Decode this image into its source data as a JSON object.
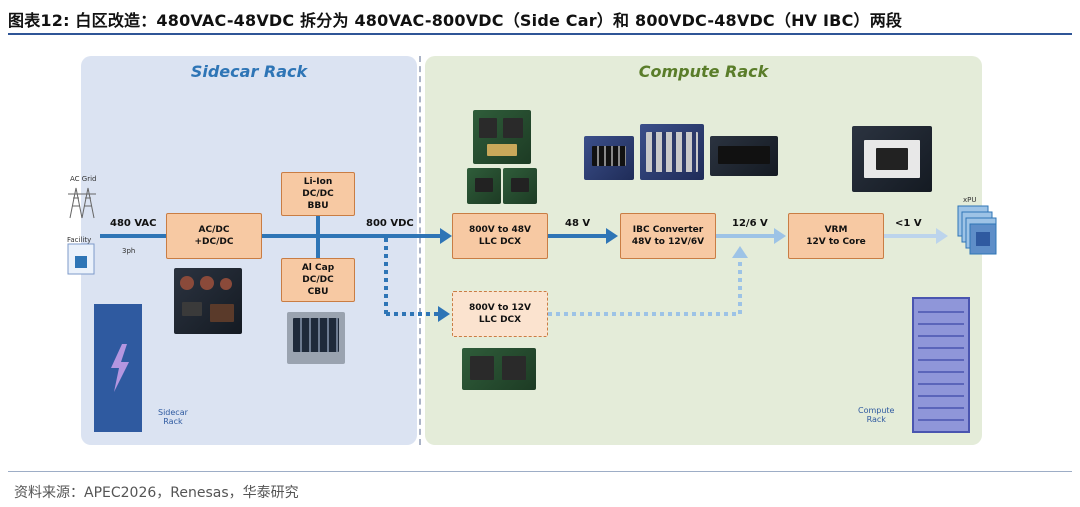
{
  "header": {
    "title": "图表12:   白区改造：480VAC-48VDC 拆分为 480VAC-800VDC（Side Car）和 800VDC-48VDC（HV IBC）两段"
  },
  "racks": {
    "sidecar": {
      "title": "Sidecar Rack",
      "icon_label": "Sidecar\nRack"
    },
    "compute": {
      "title": "Compute Rack",
      "icon_label": "Compute\nRack"
    }
  },
  "sources": {
    "ac_grid": "AC Grid",
    "facility": "Facility"
  },
  "blocks": {
    "acdc": "AC/DC\n+DC/DC",
    "bbu": "Li-Ion\nDC/DC\nBBU",
    "cbu": "Al Cap\nDC/DC\nCBU",
    "dcx48": "800V to 48V\nLLC DCX",
    "dcx12": "800V to 12V\nLLC DCX",
    "ibc": "IBC Converter\n48V to 12V/6V",
    "vrm": "VRM\n12V to Core"
  },
  "labels": {
    "vac": "480 VAC",
    "ph": "3ph",
    "vdc800": "800 VDC",
    "v48": "48 V",
    "v12_6": "12/6 V",
    "v1": "<1 V",
    "xpu": "xPU"
  },
  "colors": {
    "bus": "#2e75b6",
    "feed": "#9dc3e6",
    "block_fill": "#f7c9a3",
    "block_border": "#c97d44",
    "sidecar_bg": "#dbe3f2",
    "compute_bg": "#e4ecd9"
  },
  "footer": {
    "source": "资料来源：APEC2026，Renesas，华泰研究"
  }
}
